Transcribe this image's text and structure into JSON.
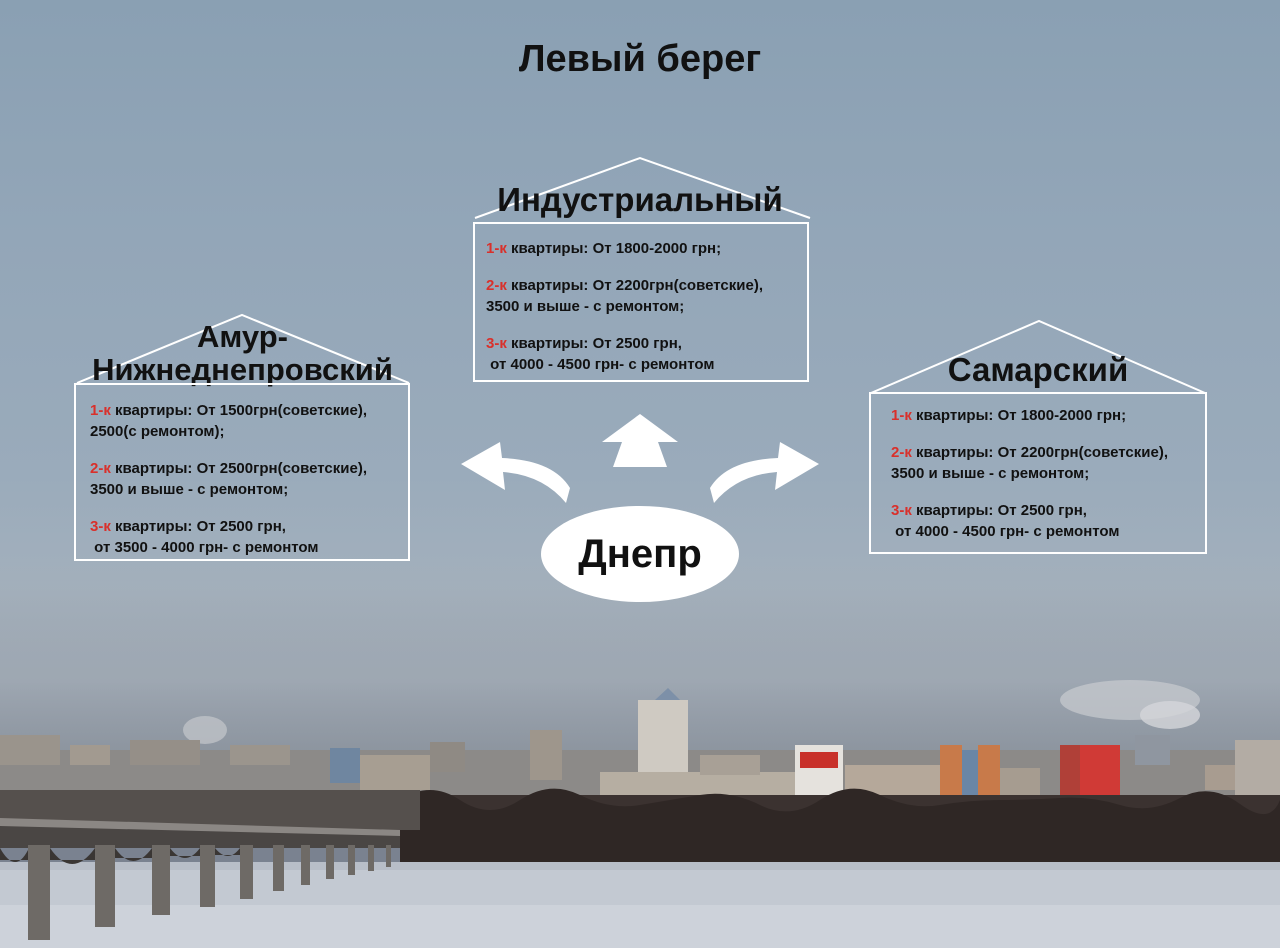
{
  "title": "Левый берег",
  "city": "Днепр",
  "districts": {
    "industrial": {
      "name": "Индустриальный",
      "lines": [
        {
          "prefix": "1-к",
          "text": " квартиры: От 1800-2000 грн;"
        },
        {
          "prefix": "2-к",
          "text": " квартиры: От 2200грн(советские),"
        },
        {
          "prefix": "",
          "text": "3500 и выше - с ремонтом;"
        },
        {
          "prefix": "3-к",
          "text": " квартиры: От 2500 грн,"
        },
        {
          "prefix": "",
          "text": " от 4000 - 4500 грн- с ремонтом"
        }
      ]
    },
    "amur": {
      "name_line1": "Амур-",
      "name_line2": "Нижнеднепровский",
      "lines": [
        {
          "prefix": "1-к",
          "text": " квартиры: От 1500грн(советские),"
        },
        {
          "prefix": "",
          "text": "2500(с ремонтом);"
        },
        {
          "prefix": "2-к",
          "text": " квартиры: От 2500грн(советские),"
        },
        {
          "prefix": "",
          "text": "3500 и выше - с ремонтом;"
        },
        {
          "prefix": "3-к",
          "text": " квартиры: От 2500 грн,"
        },
        {
          "prefix": "",
          "text": " от 3500 - 4000 грн- с ремонтом"
        }
      ]
    },
    "samarsky": {
      "name": "Самарский",
      "lines": [
        {
          "prefix": "1-к",
          "text": " квартиры: От 1800-2000 грн;"
        },
        {
          "prefix": "2-к",
          "text": " квартиры: От 2200грн(советские),"
        },
        {
          "prefix": "",
          "text": "3500 и выше - с ремонтом;"
        },
        {
          "prefix": "3-к",
          "text": " квартиры: От 2500 грн,"
        },
        {
          "prefix": "",
          "text": " от 4000 - 4500 грн- с ремонтом"
        }
      ]
    }
  },
  "colors": {
    "accent_red": "#d9302b",
    "frame_white": "#ffffff",
    "text_dark": "#111111"
  }
}
